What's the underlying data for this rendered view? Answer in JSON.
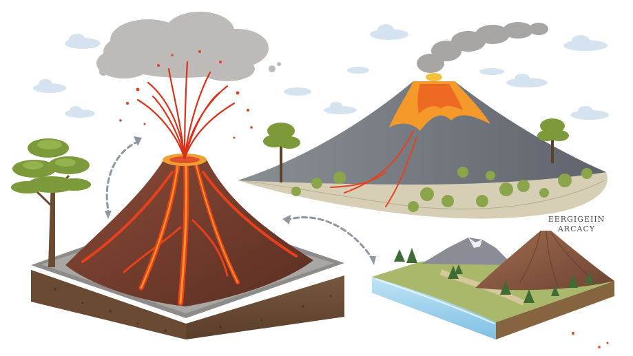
{
  "label": {
    "line1": "EERGIGEIIN",
    "line2": "ARCACY"
  },
  "colors": {
    "lava": "#e8401c",
    "lava_glow": "#f7a023",
    "ash": "#b8b5b2",
    "sky_cloud": "#cfe0ee",
    "rock": "#6b3a2c",
    "slope_gray": "#7c7f86",
    "water": "#9fd2ee",
    "grass": "#a9b86a",
    "arrow": "#8d96a3"
  },
  "icons": [
    "erupting-volcano",
    "dormant-volcano",
    "eroded-volcano",
    "cycle-arrow",
    "tree",
    "cloud"
  ]
}
